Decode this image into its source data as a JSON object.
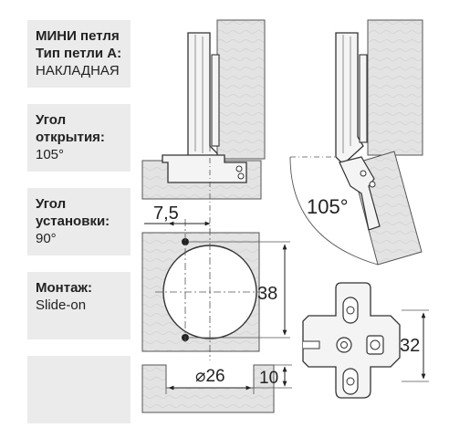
{
  "panels": {
    "type": {
      "line1": "МИНИ петля",
      "line2": "Тип петли А:",
      "value": "НАКЛАДНАЯ"
    },
    "angle_open": {
      "line1": "Угол",
      "line2": "открытия:",
      "value": "105°"
    },
    "angle_install": {
      "line1": "Угол",
      "line2": "установки:",
      "value": "90°"
    },
    "mount": {
      "line1": "Монтаж:",
      "value": "Slide-on"
    }
  },
  "dims": {
    "offset": "7,5",
    "cup_height": "38",
    "cup_diameter": "⌀26",
    "cup_depth": "10",
    "plate_height": "32",
    "angle": "105°"
  }
}
